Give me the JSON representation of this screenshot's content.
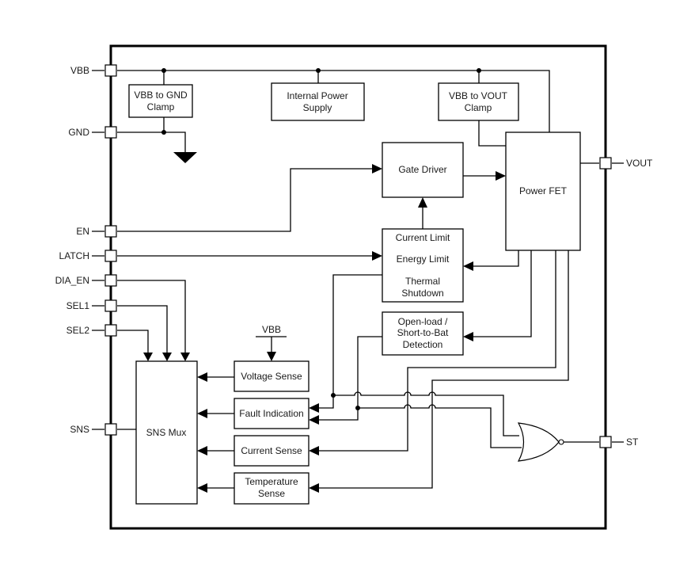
{
  "diagram": {
    "type": "functional-block-diagram",
    "pins_left": [
      {
        "id": "vbb",
        "label": "VBB"
      },
      {
        "id": "gnd",
        "label": "GND"
      },
      {
        "id": "en",
        "label": "EN"
      },
      {
        "id": "latch",
        "label": "LATCH"
      },
      {
        "id": "dia_en",
        "label": "DIA_EN"
      },
      {
        "id": "sel1",
        "label": "SEL1"
      },
      {
        "id": "sel2",
        "label": "SEL2"
      },
      {
        "id": "sns",
        "label": "SNS"
      }
    ],
    "pins_right": [
      {
        "id": "vout",
        "label": "VOUT"
      },
      {
        "id": "st",
        "label": "ST"
      }
    ],
    "blocks": {
      "vbb_gnd_clamp": [
        "VBB to GND",
        "Clamp"
      ],
      "internal_power_supply": [
        "Internal Power",
        "Supply"
      ],
      "vbb_vout_clamp": [
        "VBB to VOUT",
        "Clamp"
      ],
      "gate_driver": [
        "Gate Driver"
      ],
      "power_fet": [
        "Power FET"
      ],
      "protection": [
        "Current Limit",
        "Energy Limit",
        "Thermal",
        "Shutdown"
      ],
      "open_load": [
        "Open-load /",
        "Short-to-Bat",
        "Detection"
      ],
      "sns_mux": [
        "SNS Mux"
      ],
      "voltage_sense": [
        "Voltage Sense"
      ],
      "fault_indication": [
        "Fault Indication"
      ],
      "current_sense": [
        "Current Sense"
      ],
      "temperature_sense": [
        "Temperature",
        "Sense"
      ]
    },
    "vbb_ref_label": "VBB",
    "logic_gate": "NOR",
    "ground_symbol": "ground-icon"
  }
}
